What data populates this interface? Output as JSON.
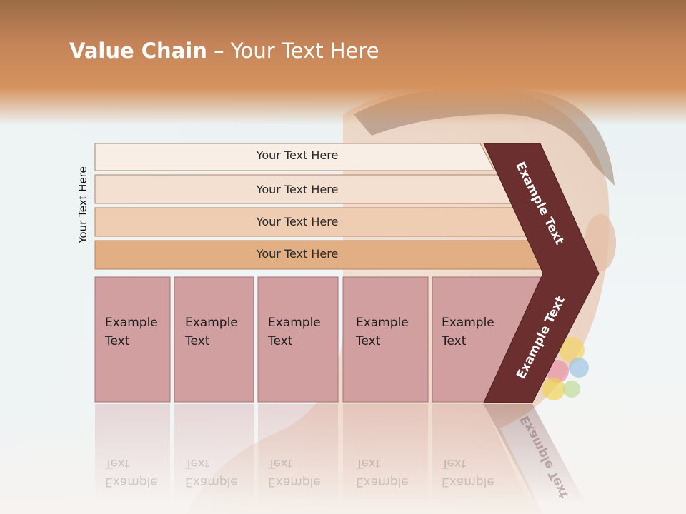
{
  "title": {
    "bold": "Value Chain",
    "rest": " – Your Text Here"
  },
  "side_label": "Your Text Here",
  "rows": [
    {
      "label": "Your Text Here",
      "color": "#f8eee6"
    },
    {
      "label": "Your Text Here",
      "color": "#f3e0d1"
    },
    {
      "label": "Your Text Here",
      "color": "#eecdb2"
    },
    {
      "label": "Your Text Here",
      "color": "#e2ae84"
    }
  ],
  "boxes": [
    {
      "line1": "Example",
      "line2": "Text"
    },
    {
      "line1": "Example",
      "line2": "Text"
    },
    {
      "line1": "Example",
      "line2": "Text"
    },
    {
      "line1": "Example",
      "line2": "Text"
    },
    {
      "line1": "Example",
      "line2": "Text"
    }
  ],
  "chevron_top_label": "Example Text",
  "chevron_bottom_label": "Example Text",
  "colors": {
    "box": "#d19fa0",
    "chevron": "#6b2f2f",
    "title_band": "#c48458"
  }
}
